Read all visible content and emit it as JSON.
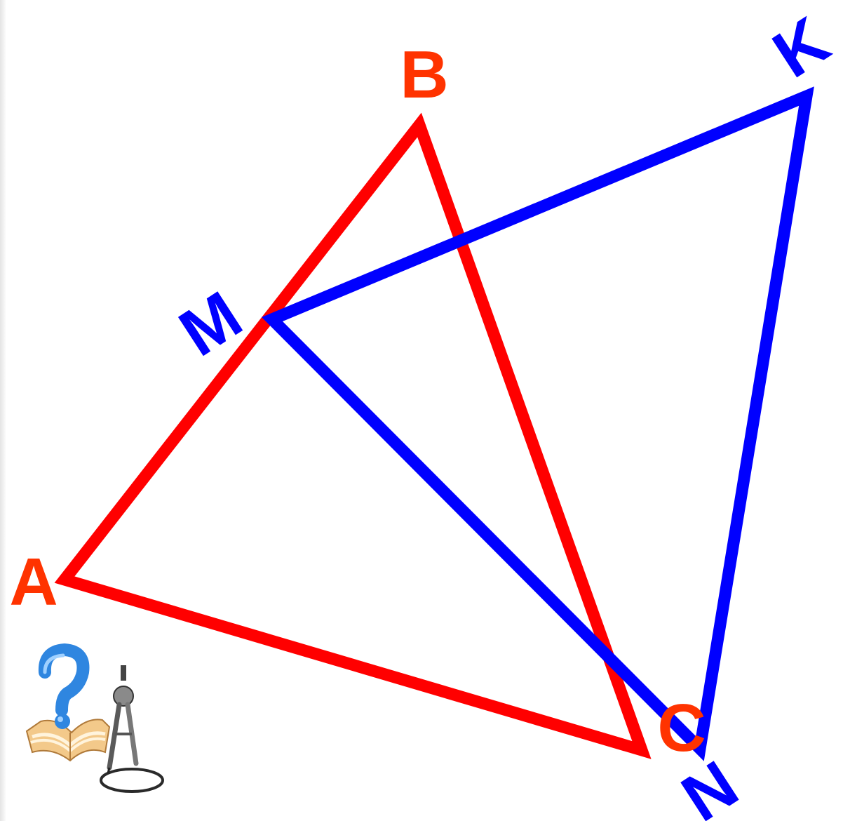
{
  "figure": {
    "triangle_abc": {
      "color": "#ff0000",
      "label_color": "#ff3300",
      "vertices": {
        "A": "A",
        "B": "B",
        "C": "C"
      }
    },
    "triangle_mkn": {
      "color": "#0000ff",
      "label_color": "#0000ff",
      "vertices": {
        "M": "M",
        "K": "K",
        "N": "N"
      }
    }
  },
  "icons": {
    "help": "question-book-compass-icon"
  }
}
